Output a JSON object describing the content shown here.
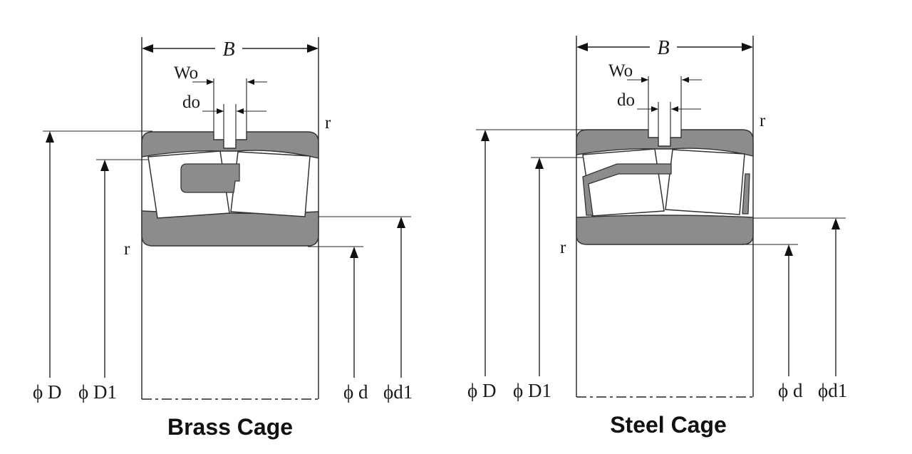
{
  "diagrams": [
    {
      "id": "brass",
      "caption": "Brass Cage",
      "labels": {
        "width": "B",
        "groove_width": "Wo",
        "hole_dia": "do",
        "radius_top": "r",
        "radius_bottom": "r",
        "outer_dia": "ϕ D",
        "outer_raceway": "ϕ D1",
        "bore": "ϕ d",
        "inner_raceway": "ϕd1"
      }
    },
    {
      "id": "steel",
      "caption": "Steel Cage",
      "labels": {
        "width": "B",
        "groove_width": "Wo",
        "hole_dia": "do",
        "radius_top": "r",
        "radius_bottom": "r",
        "outer_dia": "ϕ D",
        "outer_raceway": "ϕ D1",
        "bore": "ϕ d",
        "inner_raceway": "ϕd1"
      }
    }
  ],
  "colors": {
    "ring_fill": "#8c8c8c",
    "line": "#222222",
    "background": "#ffffff"
  }
}
